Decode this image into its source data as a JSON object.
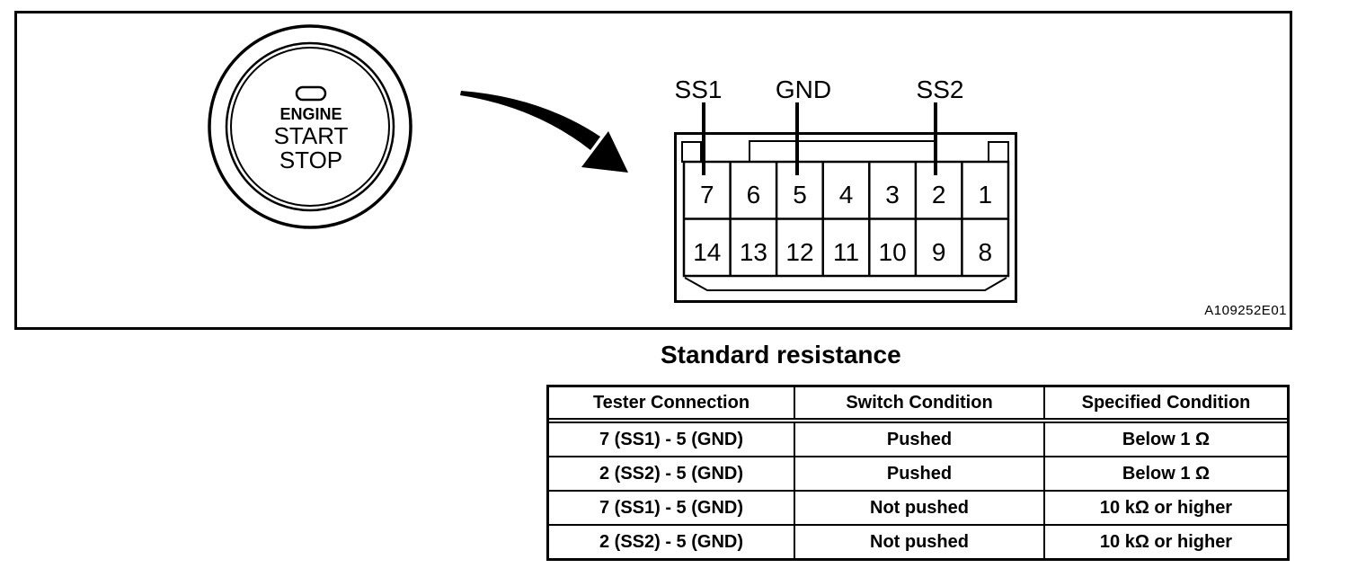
{
  "figure": {
    "ref_code": "A109252E01",
    "start_button": {
      "label_line1": "ENGINE",
      "label_line2": "START",
      "label_line3": "STOP"
    },
    "connector": {
      "pin_labels": [
        {
          "name": "SS1"
        },
        {
          "name": "GND"
        },
        {
          "name": "SS2"
        }
      ],
      "pins_top": [
        "7",
        "6",
        "5",
        "4",
        "3",
        "2",
        "1"
      ],
      "pins_bottom": [
        "14",
        "13",
        "12",
        "11",
        "10",
        "9",
        "8"
      ]
    }
  },
  "resistance_table": {
    "title": "Standard resistance",
    "headers": [
      "Tester Connection",
      "Switch Condition",
      "Specified Condition"
    ],
    "rows": [
      [
        "7 (SS1) - 5 (GND)",
        "Pushed",
        "Below 1 Ω"
      ],
      [
        "2 (SS2) - 5 (GND)",
        "Pushed",
        "Below 1 Ω"
      ],
      [
        "7 (SS1) - 5 (GND)",
        "Not pushed",
        "10 kΩ or higher"
      ],
      [
        "2 (SS2) - 5 (GND)",
        "Not pushed",
        "10 kΩ or higher"
      ]
    ]
  },
  "colors": {
    "ink": "#000000",
    "paper": "#ffffff"
  }
}
